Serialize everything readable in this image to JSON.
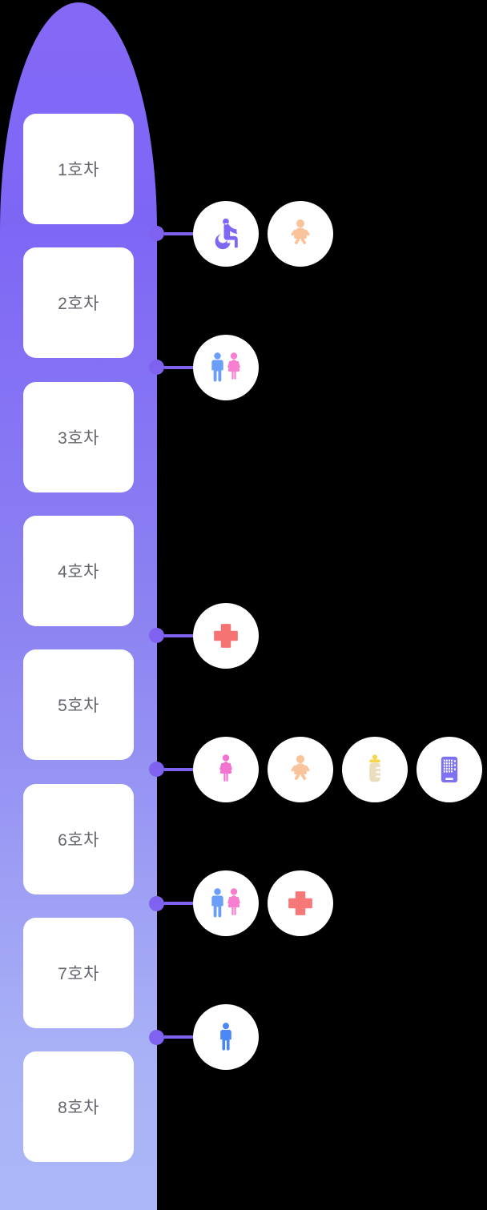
{
  "page": {
    "background_color": "#000000"
  },
  "train": {
    "body_gradient": [
      "#8569f6",
      "#7e66f5",
      "#8d84f2",
      "#a9b2f6",
      "#abb7f8"
    ],
    "connector_color": "#7f63f0",
    "car_text_color": "#63666c",
    "cars": [
      "1호차",
      "2호차",
      "3호차",
      "4호차",
      "5호차",
      "6호차",
      "7호차",
      "8호차"
    ]
  },
  "facility_rows": [
    {
      "gap_after_car": 1,
      "icons": [
        {
          "name": "wheelchair",
          "colors": {
            "main": "#7c68f5"
          }
        },
        {
          "name": "baby",
          "colors": {
            "main": "#f9c49c"
          }
        }
      ]
    },
    {
      "gap_after_car": 2,
      "icons": [
        {
          "name": "restroom",
          "colors": {
            "man": "#6a9ef8",
            "woman": "#f77fd0"
          }
        }
      ]
    },
    {
      "gap_after_car": 4,
      "icons": [
        {
          "name": "first-aid",
          "colors": {
            "main": "#f67373"
          }
        }
      ]
    },
    {
      "gap_after_car": 5,
      "icons": [
        {
          "name": "woman",
          "colors": {
            "main": "#f373d0"
          }
        },
        {
          "name": "baby",
          "colors": {
            "main": "#f9c49c"
          }
        },
        {
          "name": "baby-bottle",
          "colors": {
            "body": "#ebdebe",
            "cap": "#f8d54a"
          }
        },
        {
          "name": "vending-machine",
          "colors": {
            "main": "#7e72f4"
          }
        }
      ]
    },
    {
      "gap_after_car": 6,
      "icons": [
        {
          "name": "restroom",
          "colors": {
            "man": "#6a9ef8",
            "woman": "#f77fd0"
          }
        },
        {
          "name": "first-aid",
          "colors": {
            "main": "#f67878"
          }
        }
      ]
    },
    {
      "gap_after_car": 7,
      "icons": [
        {
          "name": "man",
          "colors": {
            "main": "#4b87f6"
          }
        }
      ]
    }
  ]
}
